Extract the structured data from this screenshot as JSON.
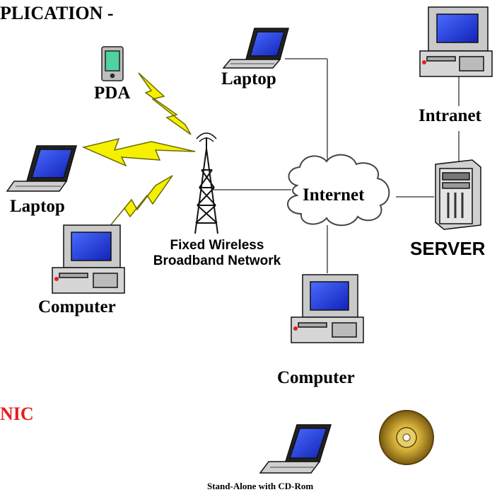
{
  "headings": {
    "top": "PLICATION -",
    "bottom": "NIC"
  },
  "nodes": {
    "pda": "PDA",
    "laptop_left": "Laptop",
    "laptop_top": "Laptop",
    "computer_left": "Computer",
    "computer_bottom": "Computer",
    "tower": "Fixed Wireless\nBroadband Network",
    "tower_line1": "Fixed Wireless",
    "tower_line2": "Broadband Network",
    "internet": "Internet",
    "intranet": "Intranet",
    "server": "SERVER",
    "standalone": "Stand-Alone with CD-Rom"
  },
  "colors": {
    "accent_red": "#e81c1c",
    "bolt_yellow": "#f5f000",
    "screen_blue": "#1e35d8",
    "pda_green": "#4fd1a0",
    "cd_gold": "#c8a41e"
  }
}
